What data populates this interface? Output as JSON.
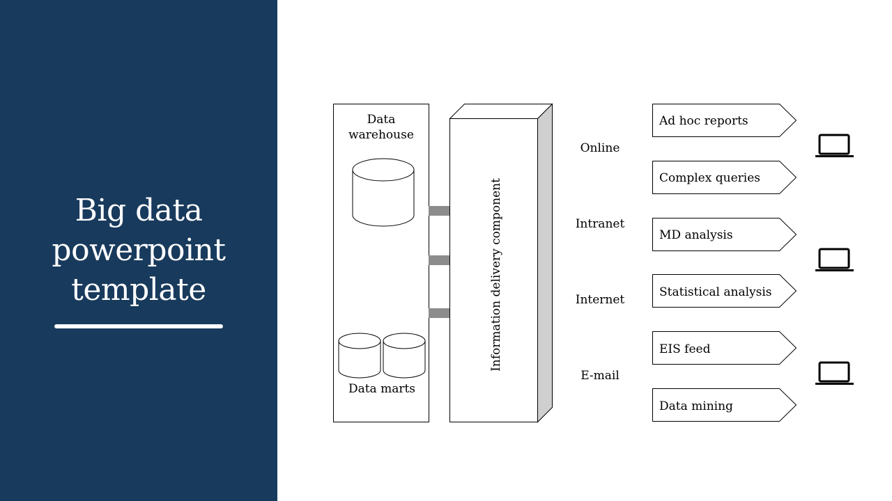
{
  "slide": {
    "title_lines": [
      "Big data",
      "powerpoint",
      "template"
    ]
  },
  "warehouse": {
    "title_lines": [
      "Data",
      "warehouse"
    ],
    "marts_label": "Data marts"
  },
  "delivery": {
    "label": "Information delivery component"
  },
  "channels": [
    "Online",
    "Intranet",
    "Internet",
    "E-mail"
  ],
  "outputs": [
    "Ad hoc reports",
    "Complex queries",
    "MD analysis",
    "Statistical analysis",
    "EIS feed",
    "Data mining"
  ],
  "icons": [
    "laptop-icon",
    "laptop-icon",
    "laptop-icon"
  ],
  "colors": {
    "panel": "#183a5c",
    "stroke": "#000000",
    "box_side": "#cfcfcf",
    "connector": "#8c8c8c"
  }
}
